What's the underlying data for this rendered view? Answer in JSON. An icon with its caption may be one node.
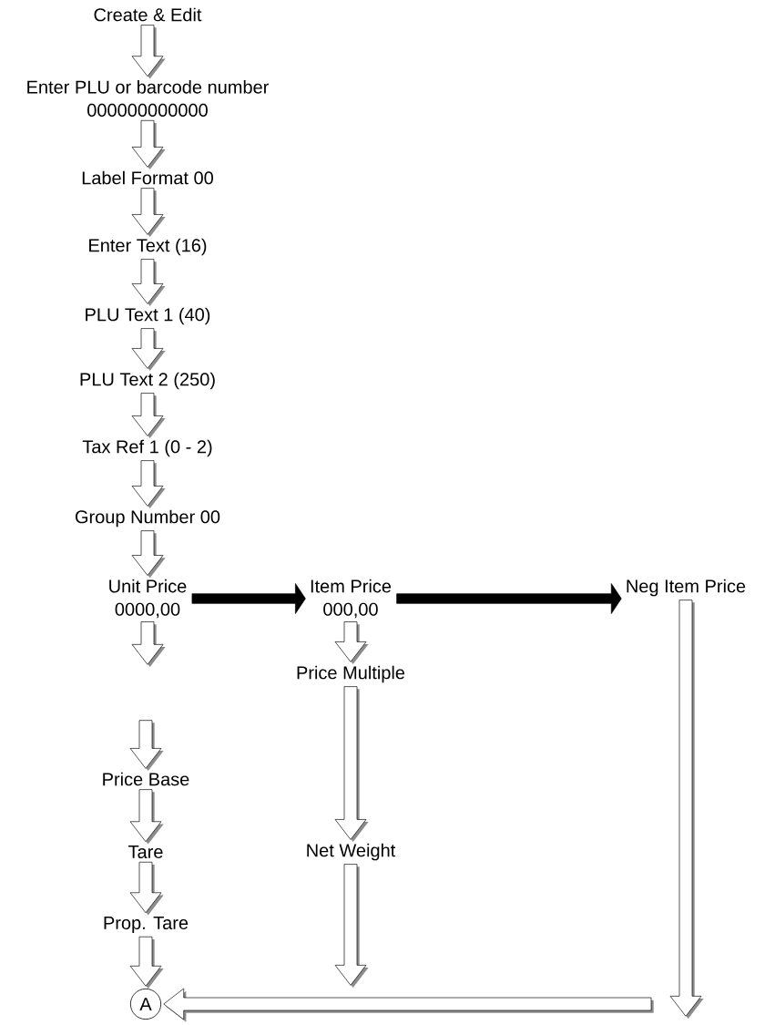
{
  "diagram": {
    "nodes": [
      {
        "text": [
          "Create & Edit"
        ]
      },
      {
        "text": [
          "Enter PLU or barcode number",
          "000000000000"
        ]
      },
      {
        "text": [
          "Label Format 00"
        ]
      },
      {
        "text": [
          "Enter Text (16)"
        ]
      },
      {
        "text": [
          "PLU Text 1 (40)"
        ]
      },
      {
        "text": [
          "PLU Text 2 (250)"
        ]
      },
      {
        "text": [
          "Tax Ref 1  (0 - 2)"
        ]
      },
      {
        "text": [
          "Group Number 00"
        ]
      },
      {
        "text": [
          "Unit Price",
          "0000,00"
        ]
      },
      {
        "text": [
          "Item Price",
          "000,00"
        ]
      },
      {
        "text": [
          "Neg Item Price"
        ]
      },
      {
        "text": [
          "Price Multiple"
        ]
      },
      {
        "text": [
          "Net Weight"
        ]
      },
      {
        "text": [
          "Price Base"
        ]
      },
      {
        "text": [
          "Tare"
        ]
      },
      {
        "text": [
          "Prop. Tare"
        ]
      },
      {
        "text": [
          "A"
        ]
      }
    ],
    "edges": [
      {
        "from": 0,
        "to": 1,
        "arrow": "to"
      },
      {
        "from": 1,
        "to": 2,
        "arrow": "to"
      },
      {
        "from": 2,
        "to": 3,
        "arrow": "to"
      },
      {
        "from": 3,
        "to": 4,
        "arrow": "to"
      },
      {
        "from": 4,
        "to": 5,
        "arrow": "to"
      },
      {
        "from": 5,
        "to": 6,
        "arrow": "to"
      },
      {
        "from": 6,
        "to": 7,
        "arrow": "to"
      },
      {
        "from": 7,
        "to": 8,
        "arrow": "to"
      },
      {
        "from": 8,
        "to": 9,
        "arrow": "to",
        "color": "#000000"
      },
      {
        "from": 9,
        "to": 10,
        "arrow": "to",
        "color": "#000000"
      },
      {
        "from": 9,
        "to": 11,
        "arrow": "to"
      },
      {
        "from": 8,
        "to": null,
        "arrow": "to"
      },
      {
        "from": null,
        "to": 13,
        "arrow": "to"
      },
      {
        "from": 11,
        "to": 12,
        "arrow": "to"
      },
      {
        "from": 13,
        "to": 14,
        "arrow": "to"
      },
      {
        "from": 14,
        "to": 15,
        "arrow": "to"
      },
      {
        "from": 12,
        "to": null,
        "arrow": "to"
      },
      {
        "from": 15,
        "to": 16,
        "arrow": "to"
      },
      {
        "from": 10,
        "to": null,
        "arrow": "to"
      },
      {
        "from": null,
        "to": 16,
        "arrow": "to"
      }
    ]
  }
}
